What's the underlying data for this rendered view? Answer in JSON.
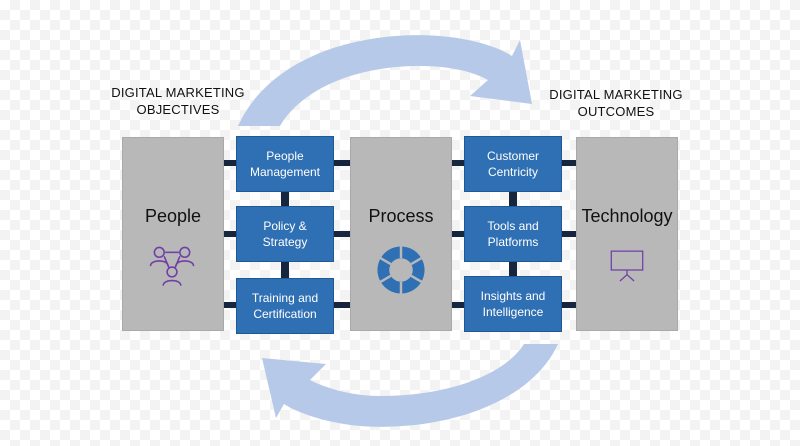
{
  "headings": {
    "objectives_line1": "DIGITAL MARKETING",
    "objectives_line2": "OBJECTIVES",
    "outcomes_line1": "DIGITAL MARKETING",
    "outcomes_line2": "OUTCOMES"
  },
  "pillars": {
    "people": {
      "title": "People",
      "icon": "people-group-icon"
    },
    "process": {
      "title": "Process",
      "icon": "cycle-ring-icon"
    },
    "technology": {
      "title": "Technology",
      "icon": "presentation-board-icon"
    }
  },
  "objective_boxes": [
    {
      "label": "People\nManagement"
    },
    {
      "label": "Policy &\nStrategy"
    },
    {
      "label": "Training and\nCertification"
    }
  ],
  "outcome_boxes": [
    {
      "label": "Customer\nCentricity"
    },
    {
      "label": "Tools and\nPlatforms"
    },
    {
      "label": "Insights and\nIntelligence"
    }
  ],
  "colors": {
    "box_fill": "#2f6fb3",
    "pillar_fill": "#b8b8b8",
    "connector": "#16263f",
    "cycle_arrow": "#b7c9e8",
    "people_icon": "#6f3fa6",
    "process_icon": "#2f6fb3"
  }
}
